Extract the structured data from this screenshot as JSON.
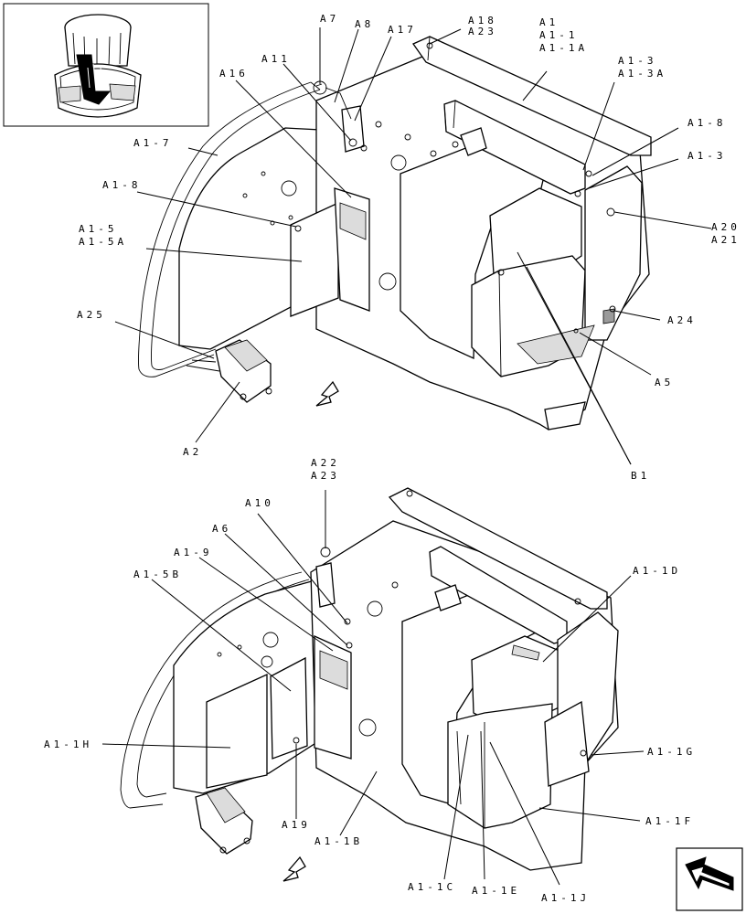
{
  "title": "",
  "callouts": [
    {
      "id": "lbl-a7",
      "lines": [
        "A7"
      ]
    },
    {
      "id": "lbl-a8",
      "lines": [
        "A8"
      ]
    },
    {
      "id": "lbl-a17",
      "lines": [
        "A17"
      ]
    },
    {
      "id": "lbl-a11",
      "lines": [
        "A11"
      ]
    },
    {
      "id": "lbl-a16",
      "lines": [
        "A16"
      ]
    },
    {
      "id": "lbl-a18",
      "lines": [
        "A18",
        "A23"
      ]
    },
    {
      "id": "lbl-a1",
      "lines": [
        "A1",
        "A1-1",
        "A1-1A"
      ]
    },
    {
      "id": "lbl-a1-3a",
      "lines": [
        "A1-3",
        "A1-3A"
      ]
    },
    {
      "id": "lbl-a1-8-r",
      "lines": [
        "A1-8"
      ]
    },
    {
      "id": "lbl-a1-3",
      "lines": [
        "A1-3"
      ]
    },
    {
      "id": "lbl-a20",
      "lines": [
        "A20",
        "A21"
      ]
    },
    {
      "id": "lbl-a1-7",
      "lines": [
        "A1-7"
      ]
    },
    {
      "id": "lbl-a1-8-l",
      "lines": [
        "A1-8"
      ]
    },
    {
      "id": "lbl-a1-5",
      "lines": [
        "A1-5",
        "A1-5A"
      ]
    },
    {
      "id": "lbl-a25",
      "lines": [
        "A25"
      ]
    },
    {
      "id": "lbl-a24",
      "lines": [
        "A24"
      ]
    },
    {
      "id": "lbl-a5",
      "lines": [
        "A5"
      ]
    },
    {
      "id": "lbl-a2",
      "lines": [
        "A2"
      ]
    },
    {
      "id": "lbl-b1",
      "lines": [
        "B1"
      ]
    },
    {
      "id": "lbl-a22",
      "lines": [
        "A22",
        "A23"
      ]
    },
    {
      "id": "lbl-a10",
      "lines": [
        "A10"
      ]
    },
    {
      "id": "lbl-a6",
      "lines": [
        "A6"
      ]
    },
    {
      "id": "lbl-a1-9",
      "lines": [
        "A1-9"
      ]
    },
    {
      "id": "lbl-a1-5b",
      "lines": [
        "A1-5B"
      ]
    },
    {
      "id": "lbl-a1-1d",
      "lines": [
        "A1-1D"
      ]
    },
    {
      "id": "lbl-a1-1h",
      "lines": [
        "A1-1H"
      ]
    },
    {
      "id": "lbl-a1-1g",
      "lines": [
        "A1-1G"
      ]
    },
    {
      "id": "lbl-a1-1f",
      "lines": [
        "A1-1F"
      ]
    },
    {
      "id": "lbl-a19",
      "lines": [
        "A19"
      ]
    },
    {
      "id": "lbl-a1-1b",
      "lines": [
        "A1-1B"
      ]
    },
    {
      "id": "lbl-a1-1c",
      "lines": [
        "A1-1C"
      ]
    },
    {
      "id": "lbl-a1-1e",
      "lines": [
        "A1-1E"
      ]
    },
    {
      "id": "lbl-a1-1j",
      "lines": [
        "A1-1J"
      ]
    }
  ]
}
